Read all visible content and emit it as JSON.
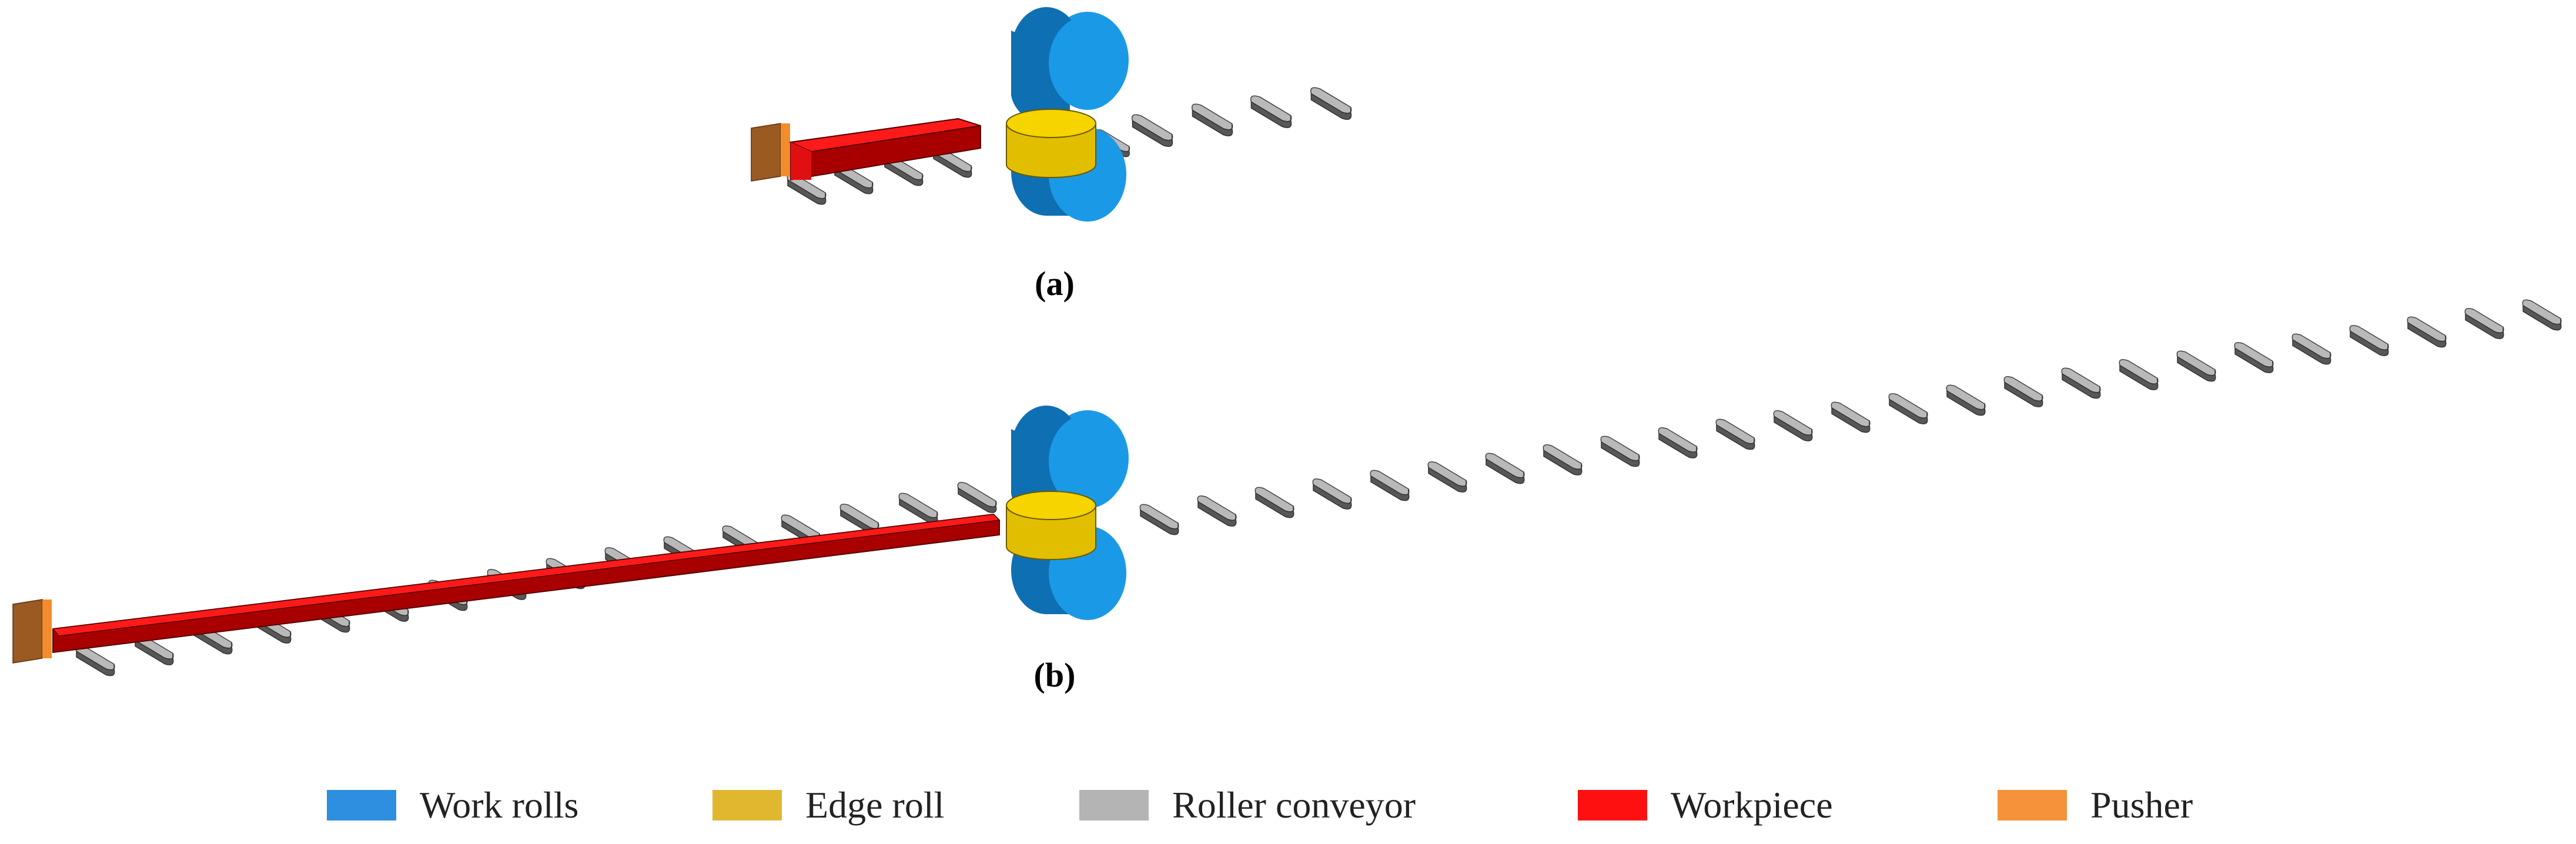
{
  "panels": [
    {
      "label": "(a)",
      "pusher_stroke": "short"
    },
    {
      "label": "(b)",
      "pusher_stroke": "long"
    }
  ],
  "legend": [
    {
      "label": "Work rolls",
      "color": "#2e8ee0",
      "icon": "work-rolls-swatch"
    },
    {
      "label": "Edge roll",
      "color": "#e0b830",
      "icon": "edge-roll-swatch"
    },
    {
      "label": "Roller conveyor",
      "color": "#b4b4b4",
      "icon": "roller-conveyor-swatch"
    },
    {
      "label": "Workpiece",
      "color": "#ff1010",
      "icon": "workpiece-swatch"
    },
    {
      "label": "Pusher",
      "color": "#f5923a",
      "icon": "pusher-swatch"
    }
  ],
  "colors": {
    "work_rolls_face": "#1a9ae6",
    "work_rolls_side": "#0f6fb3",
    "edge_roll_top": "#f5d400",
    "edge_roll_side": "#e2be00",
    "roller_light": "#b9b9b9",
    "roller_dark": "#575757",
    "workpiece_top": "#ff1a1a",
    "workpiece_side": "#a80000",
    "pusher_face": "#f28c2c",
    "pusher_side": "#9a5a22"
  }
}
